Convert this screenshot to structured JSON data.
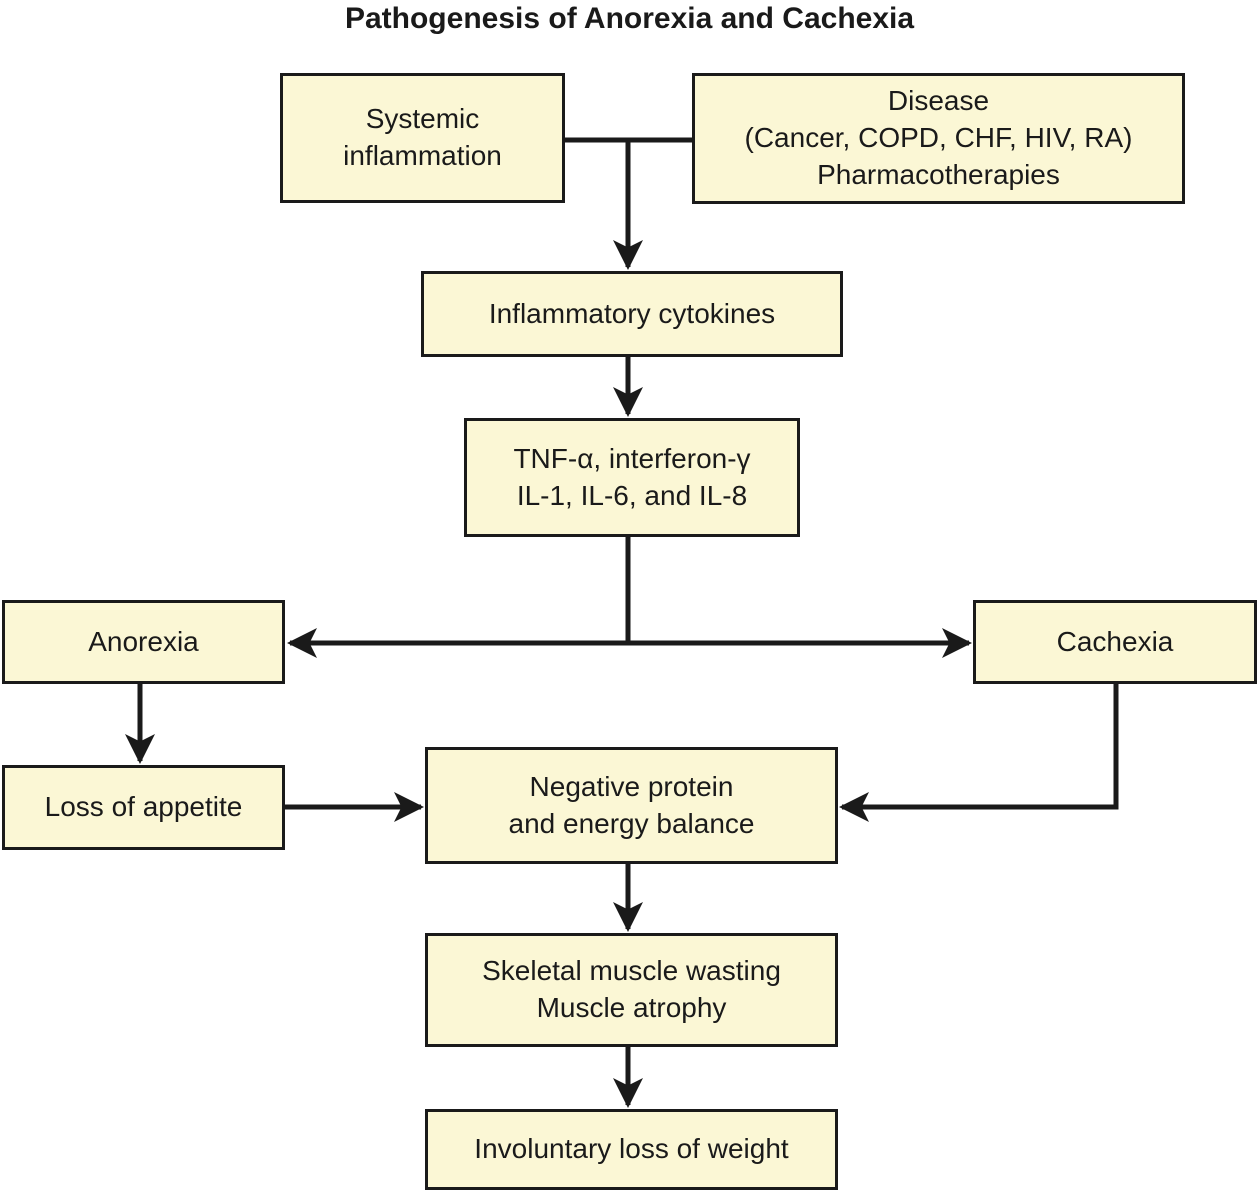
{
  "title": "Pathogenesis of Anorexia and Cachexia",
  "colors": {
    "background": "#FFFFFF",
    "box_fill": "#FBF7D5",
    "box_border": "#1A1A1A",
    "arrow": "#1A1A1A",
    "text": "#1A1A1A"
  },
  "nodes": {
    "systemic_inflammation": {
      "label": "Systemic\ninflammation"
    },
    "disease": {
      "label": "Disease\n(Cancer, COPD, CHF, HIV, RA)\nPharmacotherapies"
    },
    "inflammatory_cytokines": {
      "label": "Inflammatory cytokines"
    },
    "cytokine_mediators": {
      "label": "TNF-α, interferon-γ\nIL-1, IL-6, and IL-8"
    },
    "anorexia": {
      "label": "Anorexia"
    },
    "cachexia": {
      "label": "Cachexia"
    },
    "loss_of_appetite": {
      "label": "Loss of appetite"
    },
    "negative_balance": {
      "label": "Negative protein\nand energy balance"
    },
    "muscle_wasting": {
      "label": "Skeletal muscle wasting\nMuscle atrophy"
    },
    "involuntary_weight_loss": {
      "label": "Involuntary loss of weight"
    }
  }
}
